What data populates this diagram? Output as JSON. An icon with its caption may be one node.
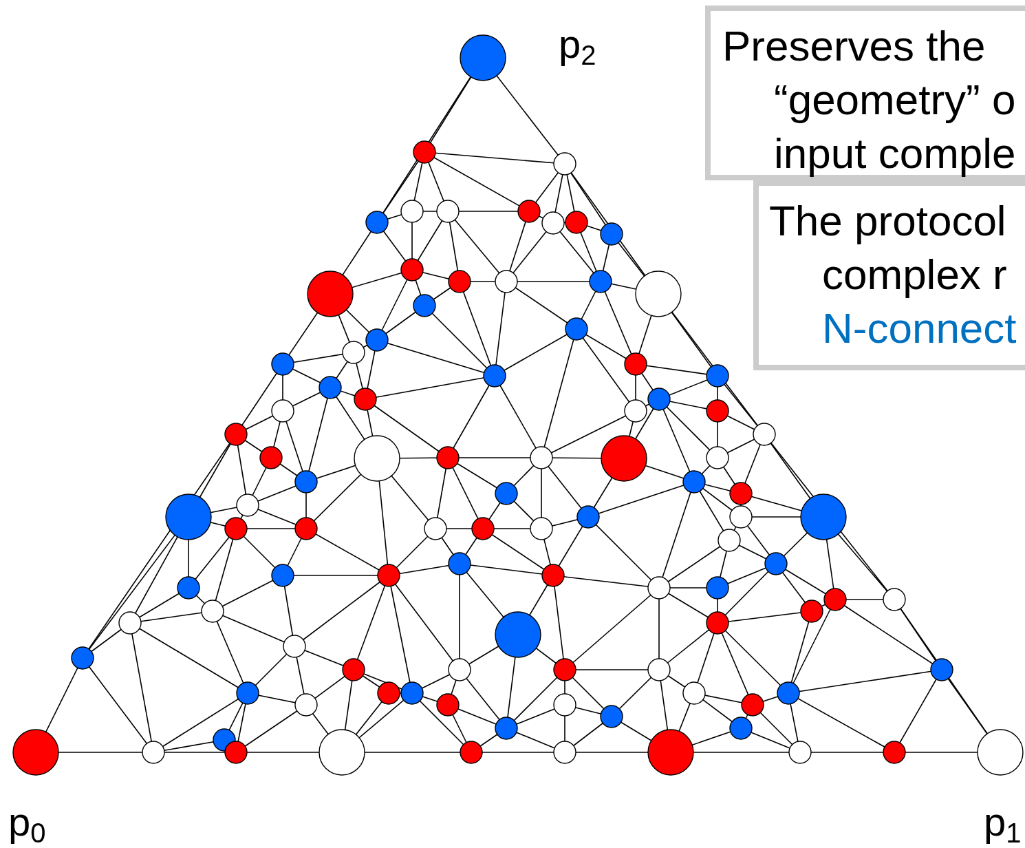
{
  "diagram": {
    "nodes": [
      {
        "text": [
          "Preserves the “geometry” o input comple"
        ]
      },
      {
        "text": [
          "The protocol complex r",
          "N-connect"
        ]
      }
    ],
    "labels": [
      "p$_{2}$",
      "p$_{0}$",
      "p$_{1}$"
    ]
  }
}
